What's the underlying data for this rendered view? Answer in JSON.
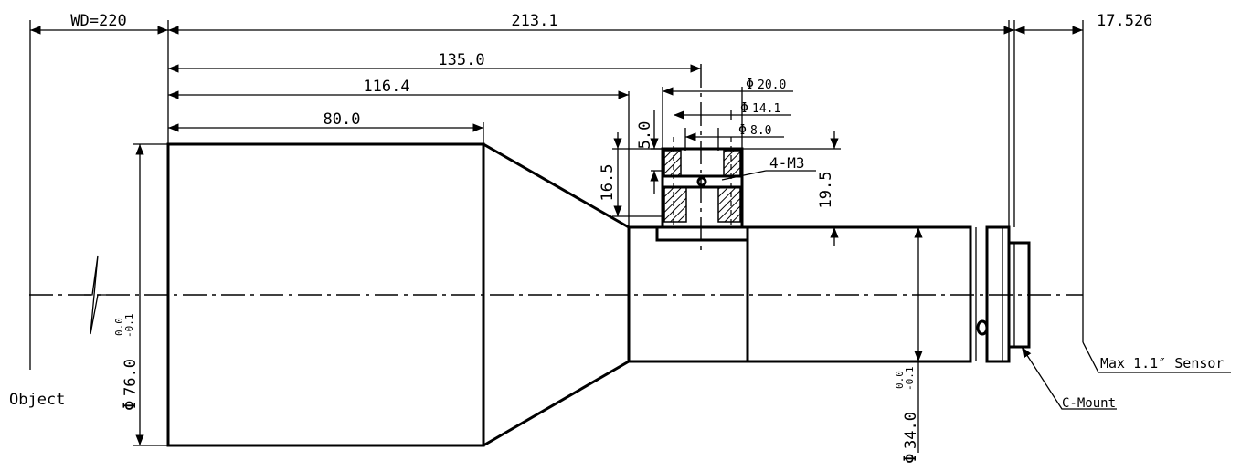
{
  "dimensions": {
    "wd": "WD=220",
    "total_length": "213.1",
    "flange_back": "17.526",
    "d135": "135.0",
    "d116": "116.4",
    "d80": "80.0",
    "mount_d20": "20.0",
    "mount_d14": "14.1",
    "mount_d8": "8.0",
    "mount_h5": "5.0",
    "mount_h16": "16.5",
    "mount_h19": "19.5",
    "front_dia": "76.0",
    "rear_dia": "34.0",
    "tol_upper": "0.0",
    "tol_lower": "-0.1",
    "diameter_symbol": "Φ"
  },
  "labels": {
    "object": "Object",
    "screws": "4-M3",
    "c_mount": "C-Mount",
    "sensor": "Max 1.1″ Sensor"
  }
}
